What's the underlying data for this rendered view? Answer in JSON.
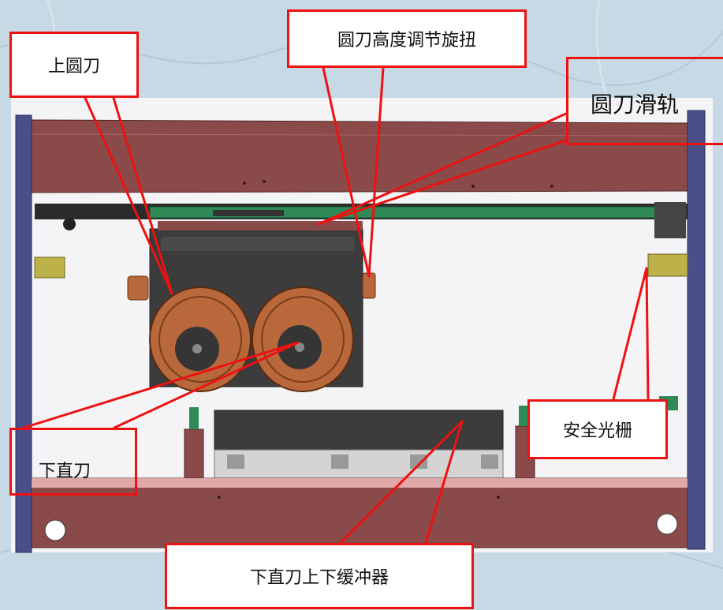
{
  "callouts": {
    "upper_round_knife": "上圆刀",
    "knife_height_knob": "圆刀高度调节旋扭",
    "knife_slide_rail": "圆刀滑轨",
    "lower_straight_knife": "下直刀",
    "safety_light_curtain": "安全光栅",
    "lower_knife_buffer": "下直刀上下缓冲器"
  },
  "colors": {
    "callout_border": "#ee1111",
    "frame_red": "#8b4a4a",
    "side_plate": "#4a4f8a",
    "knife_copper": "#b8683a",
    "block_dark": "#3c3c3c",
    "sensor_yellow": "#bdb24a",
    "rail_green": "#2f8a57"
  }
}
